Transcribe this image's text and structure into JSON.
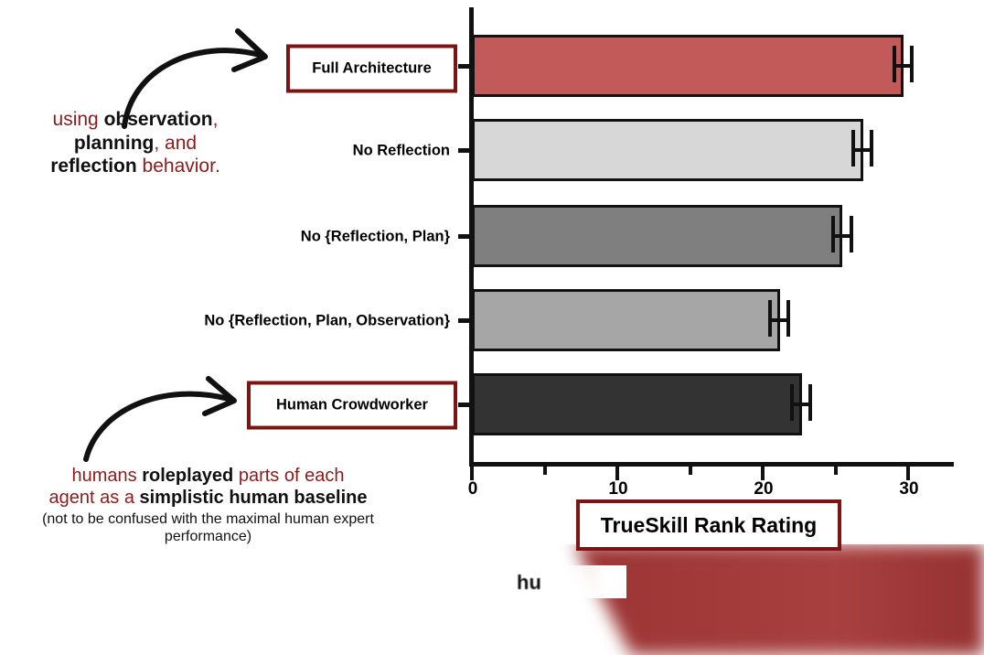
{
  "chart_data": {
    "type": "bar",
    "orientation": "horizontal",
    "title": "TrueSkill Rank Rating",
    "xlabel": "TrueSkill Rank Rating",
    "ylabel": "",
    "xlim": [
      0,
      33.5
    ],
    "xticks": [
      0,
      10,
      20,
      30
    ],
    "xtick_labels": [
      "0",
      "10",
      "20",
      "30"
    ],
    "xticks_minor": [
      5,
      15,
      25
    ],
    "grid": false,
    "legend": false,
    "categories": [
      "Full Architecture",
      "No Reflection",
      "No {Reflection, Plan}",
      "No {Reflection, Plan, Observation}",
      "Human Crowdworker"
    ],
    "values": [
      29.7,
      26.9,
      25.5,
      21.2,
      22.7
    ],
    "errors_low": [
      0.8,
      0.8,
      0.8,
      0.8,
      0.8
    ],
    "errors_high": [
      0.7,
      0.7,
      0.7,
      0.7,
      0.7
    ],
    "bar_colors": [
      "#c35a5a",
      "#d7d7d7",
      "#7f7f7f",
      "#a6a6a6",
      "#333333"
    ],
    "bar_edge_color": "#111111",
    "highlighted_categories": [
      "Full Architecture",
      "Human Crowdworker"
    ]
  },
  "chart": {
    "title_box_label": "TrueSkill Rank Rating",
    "bars": [
      {
        "label": "Full Architecture",
        "value": 29.7,
        "err_low": 0.8,
        "err_high": 0.7,
        "color": "#c35a5a",
        "boxed": true
      },
      {
        "label": "No Reflection",
        "value": 26.9,
        "err_low": 0.8,
        "err_high": 0.7,
        "color": "#d7d7d7",
        "boxed": false
      },
      {
        "label": "No {Reflection, Plan}",
        "value": 25.5,
        "err_low": 0.8,
        "err_high": 0.7,
        "color": "#7f7f7f",
        "boxed": false
      },
      {
        "label": "No {Reflection, Plan, Observation}",
        "value": 21.2,
        "err_low": 0.8,
        "err_high": 0.7,
        "color": "#a6a6a6",
        "boxed": false
      },
      {
        "label": "Human Crowdworker",
        "value": 22.7,
        "err_low": 0.8,
        "err_high": 0.7,
        "color": "#333333",
        "boxed": true
      }
    ],
    "xtick_labels": [
      "0",
      "10",
      "20",
      "30"
    ]
  },
  "annotations": {
    "top": {
      "line1_a": "using ",
      "line1_b": "observation",
      "line1_c": ",",
      "line2_a": "planning",
      "line2_b": ", and",
      "line3_a": "reflection",
      "line3_b": " behavior."
    },
    "bottom": {
      "line1_a": "humans ",
      "line1_b": "roleplayed",
      "line1_c": " parts of each",
      "line2_a": "agent as a ",
      "line2_b": "simplistic human baseline",
      "sub": "(not to be confused with the maximal human expert performance)"
    },
    "occluded_text": "hu"
  },
  "colors": {
    "accent_red": "#8d1b1b",
    "box_border": "#7d1414",
    "wipe_red": "#a33b3b",
    "axis": "#111111",
    "bar_full_architecture": "#c35a5a",
    "bar_no_reflection": "#d7d7d7",
    "bar_no_reflection_plan": "#7f7f7f",
    "bar_no_reflection_plan_observation": "#a6a6a6",
    "bar_human_crowdworker": "#333333"
  }
}
